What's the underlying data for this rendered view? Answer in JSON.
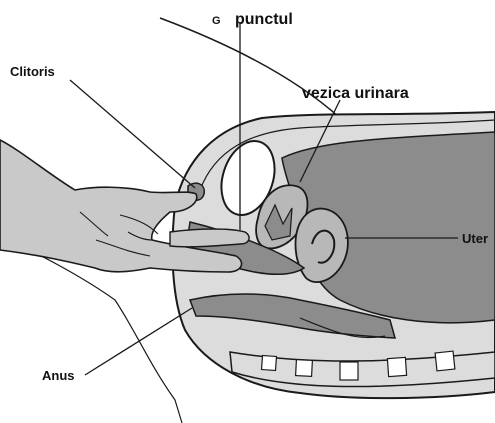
{
  "labels": {
    "g": "G",
    "punctul": "punctul",
    "vezica": "vezica urinara",
    "clitoris": "Clitoris",
    "uter": "Uter",
    "anus": "Anus"
  },
  "colors": {
    "outline": "#1a1a1a",
    "dark_fill": "#8c8c8c",
    "mid_fill": "#b8b8b8",
    "light_fill": "#dcdcdc",
    "skin": "#c9c9c9",
    "white": "#ffffff"
  }
}
